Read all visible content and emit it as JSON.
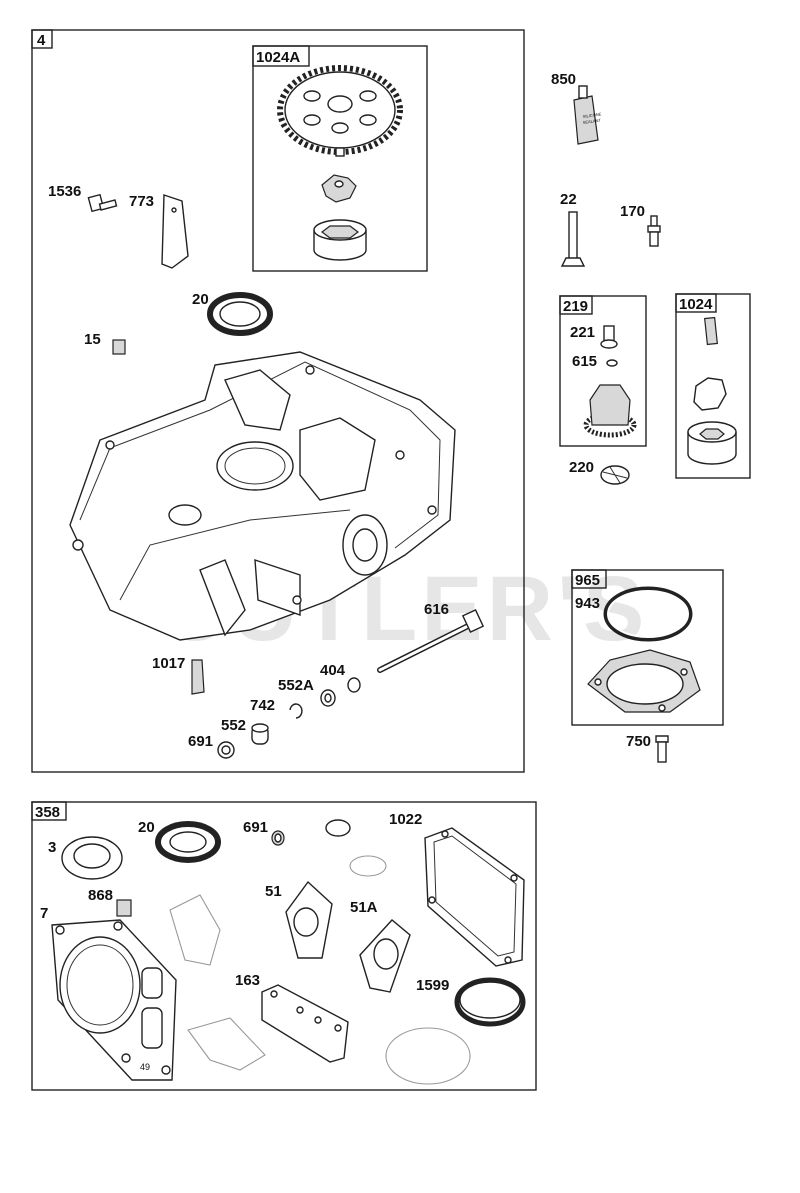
{
  "watermark": "CUTLER'S",
  "groups": {
    "engine_sump": "4",
    "oil_pump_assembly": "1024A",
    "governor_assembly": "219",
    "oil_pump": "1024",
    "gasket_set": "965",
    "gasket_kit": "358"
  },
  "parts": {
    "p850": "850",
    "p22": "22",
    "p170": "170",
    "p221": "221",
    "p615": "615",
    "p220": "220",
    "p943": "943",
    "p750": "750",
    "p1536": "1536",
    "p773": "773",
    "p20": "20",
    "p15": "15",
    "p616": "616",
    "p1017": "1017",
    "p404": "404",
    "p552A": "552A",
    "p742": "742",
    "p552": "552",
    "p691": "691",
    "k3": "3",
    "k20": "20",
    "k691": "691",
    "k1022": "1022",
    "k868": "868",
    "k7": "7",
    "k51": "51",
    "k51A": "51A",
    "k163": "163",
    "k1599": "1599"
  },
  "sealant_tube": {
    "line1": "SILICONE",
    "line2": "SEALANT"
  },
  "gasket_mark": "49"
}
